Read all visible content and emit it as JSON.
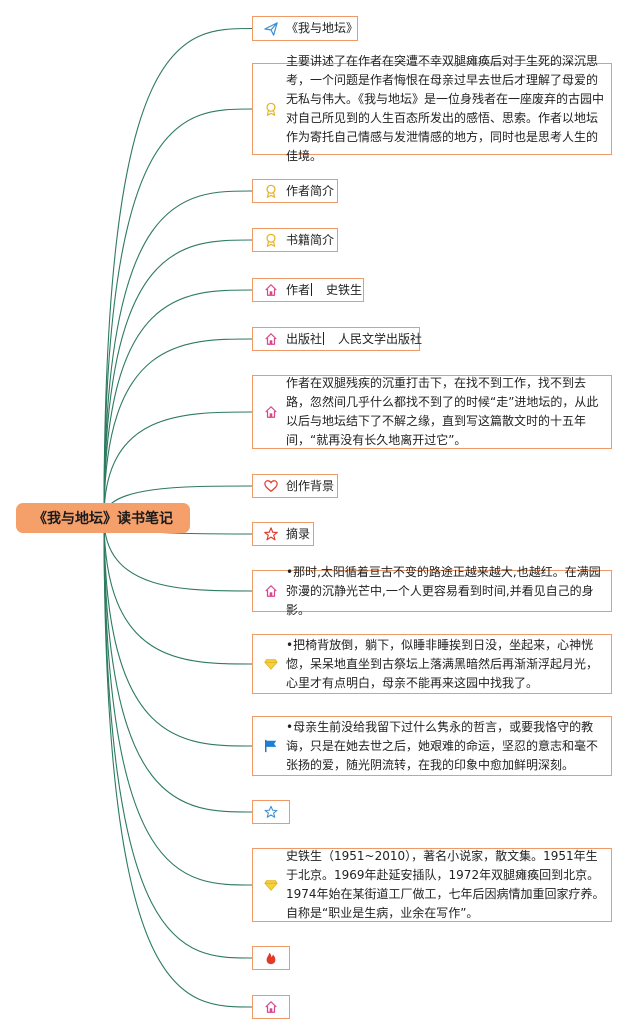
{
  "root": {
    "title": "《我与地坛》读书笔记"
  },
  "branches": [
    {
      "icon": "paper-plane-icon",
      "text": "《我与地坛》"
    },
    {
      "icon": "award-ribbon-icon",
      "text": "主要讲述了在作者在突遭不幸双腿瘫痪后对于生死的深沉思考，一个问题是作者悔恨在母亲过早去世后才理解了母爱的无私与伟大。《我与地坛》是一位身残者在一座废弃的古园中对自己所见到的人生百态所发出的感悟、思索。作者以地坛作为寄托自己情感与发泄情感的地方，同时也是思考人生的佳境。"
    },
    {
      "icon": "award-ribbon-icon",
      "text": "作者简介"
    },
    {
      "icon": "award-ribbon-icon",
      "text": "书籍简介"
    },
    {
      "icon": "house-icon",
      "label": "作者",
      "value": "史铁生"
    },
    {
      "icon": "house-icon",
      "label": "出版社",
      "value": "人民文学出版社"
    },
    {
      "icon": "house-icon",
      "text": "作者在双腿残疾的沉重打击下，在找不到工作，找不到去路，忽然间几乎什么都找不到了的时候“走”进地坛的，从此以后与地坛结下了不解之缘，直到写这篇散文时的十五年间，“就再没有长久地离开过它”。"
    },
    {
      "icon": "heart-icon",
      "text": "创作背景"
    },
    {
      "icon": "star-outline-icon",
      "text": "摘录"
    },
    {
      "icon": "house-icon",
      "text": "•那时,太阳循着亘古不变的路途正越来越大,也越红。在满园弥漫的沉静光芒中,一个人更容易看到时间,并看见自己的身影。"
    },
    {
      "icon": "diamond-icon",
      "text": "•把椅背放倒，躺下，似睡非睡挨到日没，坐起来，心神恍惚，呆呆地直坐到古祭坛上落满黑暗然后再渐渐浮起月光，心里才有点明白，母亲不能再来这园中找我了。"
    },
    {
      "icon": "flag-icon",
      "text": "•母亲生前没给我留下过什么隽永的哲言，或要我恪守的教诲，只是在她去世之后，她艰难的命运，坚忍的意志和毫不张扬的爱，随光阴流转，在我的印象中愈加鲜明深刻。"
    },
    {
      "icon": "star-small-icon",
      "text": ""
    },
    {
      "icon": "diamond-icon",
      "text": "史铁生（1951~2010），著名小说家，散文集。1951年生于北京。1969年赴延安插队，1972年双腿瘫痪回到北京。1974年始在某街道工厂做工，七年后因病情加重回家疗养。自称是“职业是生病，业余在写作”。"
    },
    {
      "icon": "fire-icon",
      "text": ""
    },
    {
      "icon": "house-icon",
      "text": ""
    }
  ],
  "colors": {
    "connector": "#2e7a62",
    "node_border": "#ef9a66",
    "root_fill": "#f5a06a",
    "icon_blue": "#3b8fd6",
    "icon_gold": "#e8b020",
    "icon_pink": "#d9468a",
    "icon_red": "#e03a2a"
  }
}
